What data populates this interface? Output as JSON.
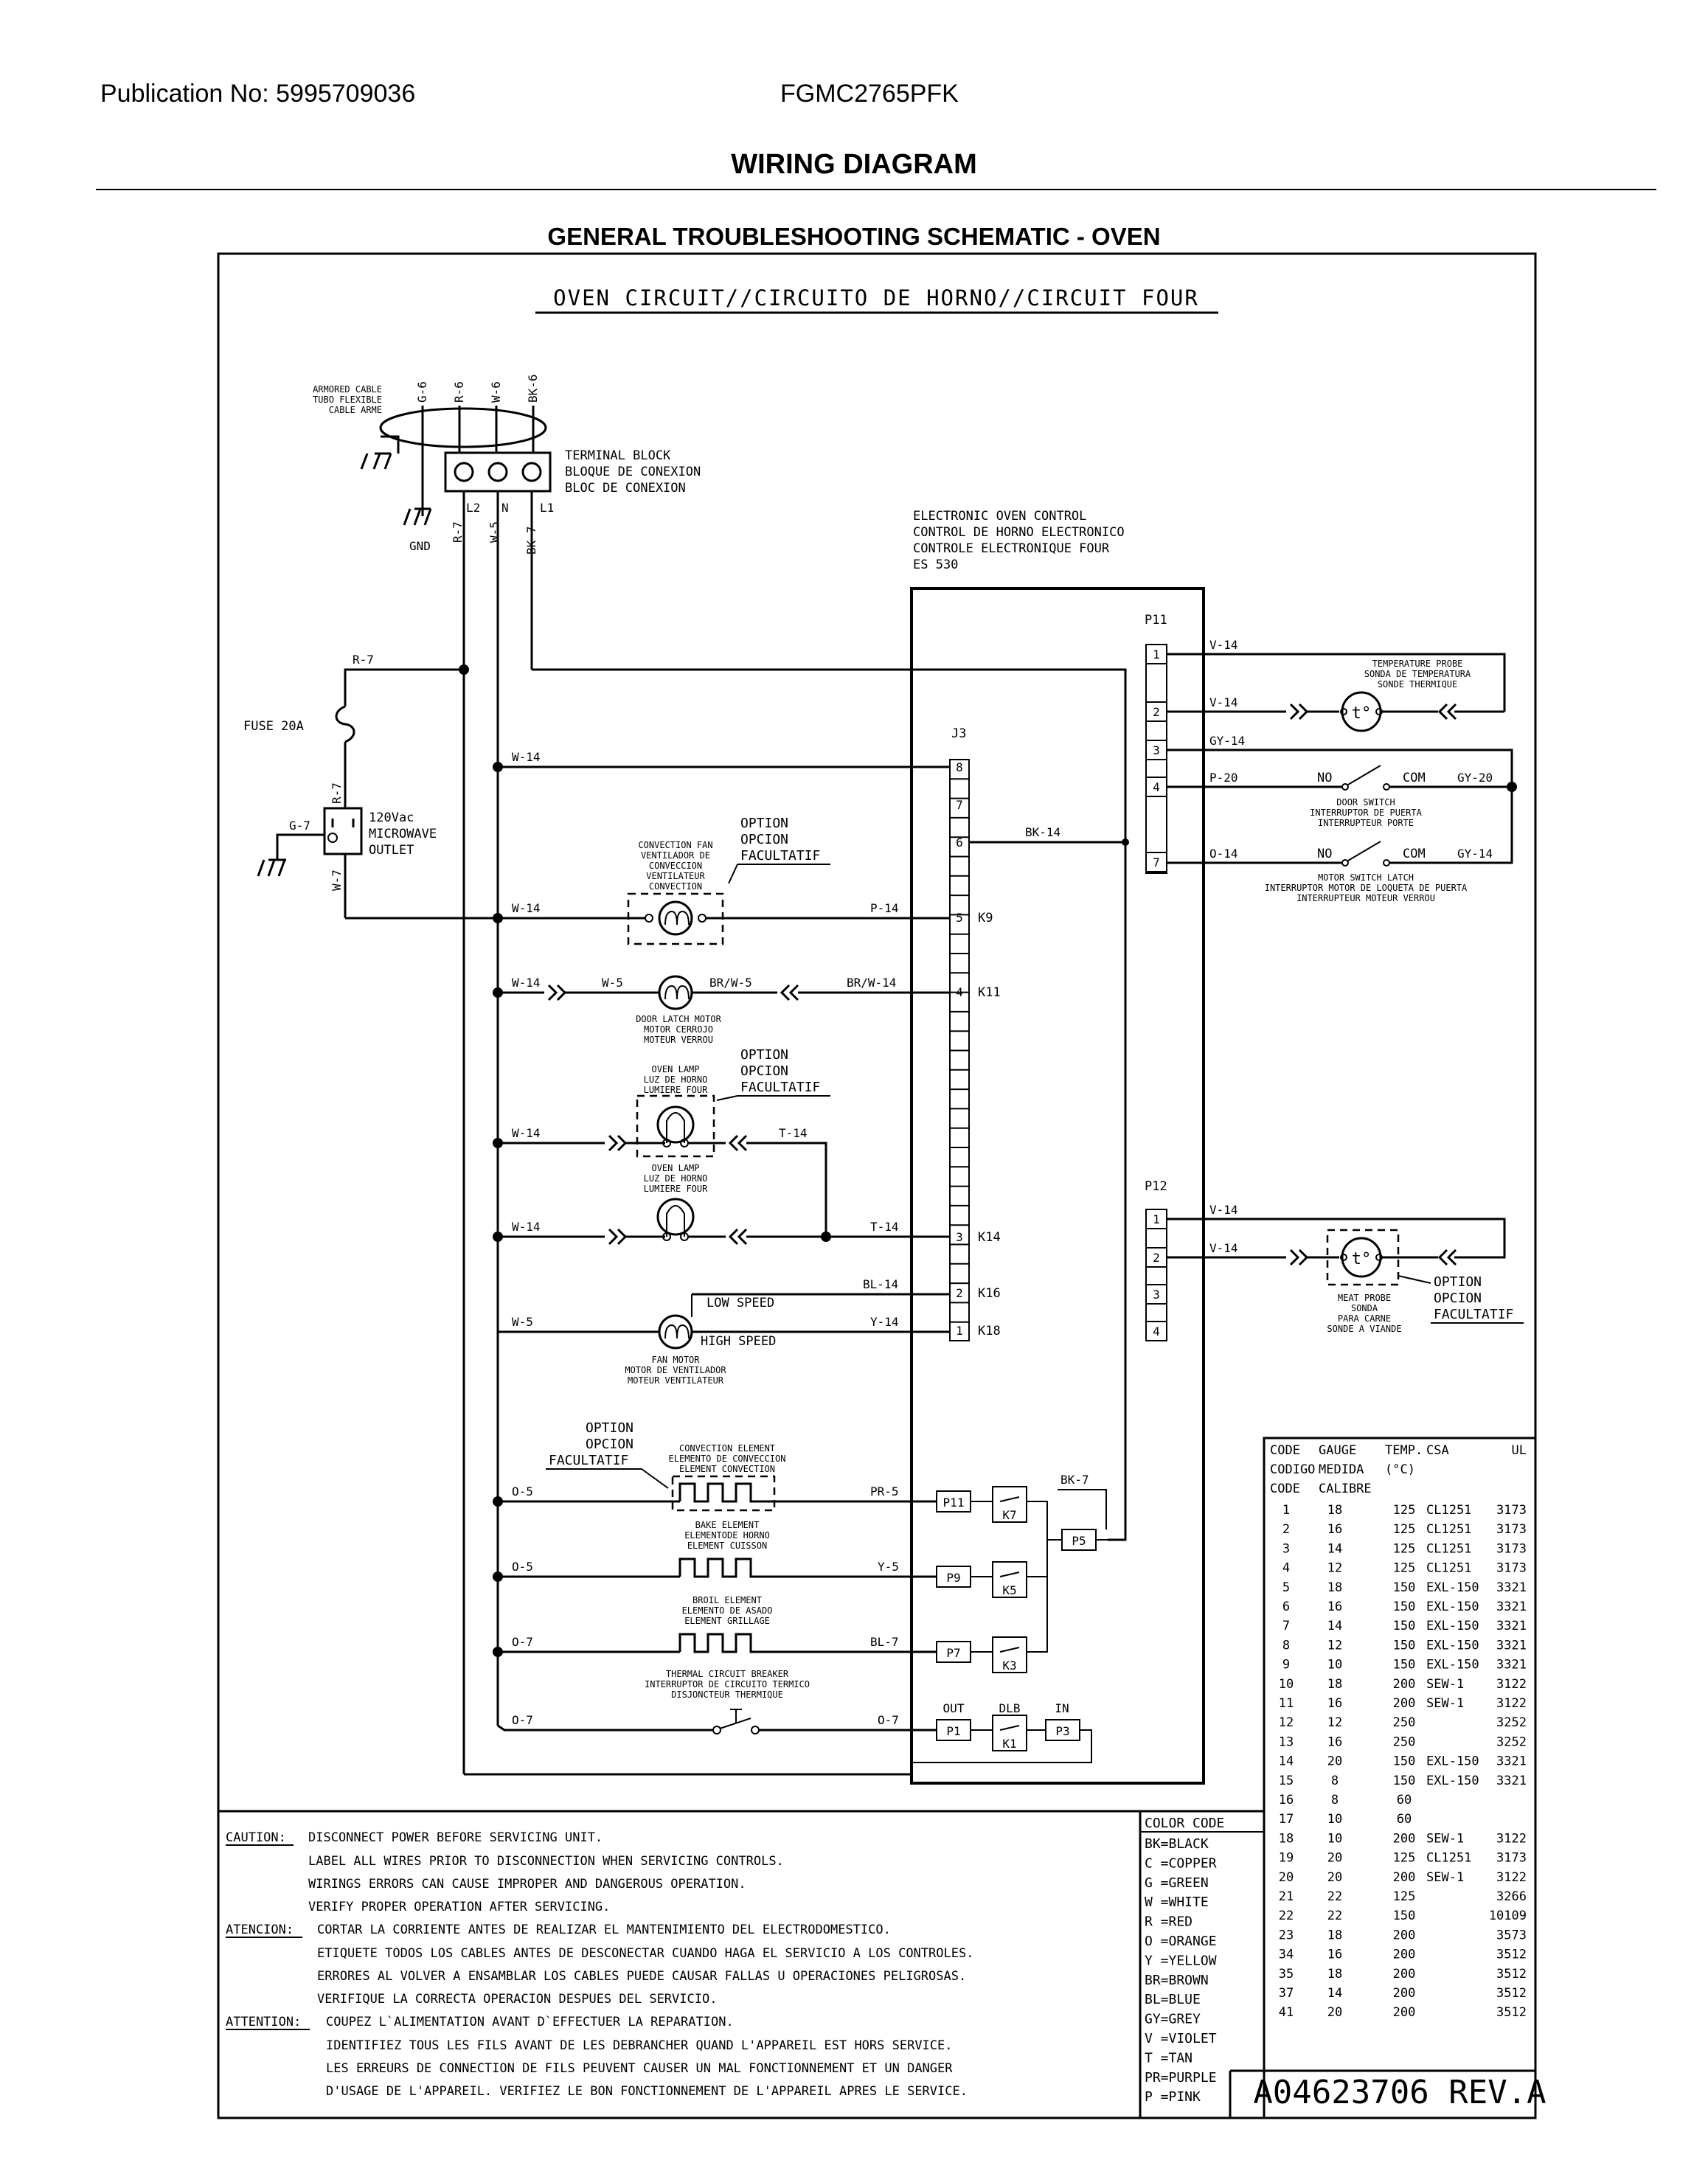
{
  "header": {
    "publication": "Publication No: 5995709036",
    "model": "FGMC2765PFK",
    "title": "WIRING DIAGRAM",
    "subtitle": "GENERAL TROUBLESHOOTING SCHEMATIC - OVEN"
  },
  "diagram": {
    "circuit_title": "OVEN CIRCUIT//CIRCUITO DE HORNO//CIRCUIT FOUR",
    "armored_cable": [
      "ARMORED CABLE",
      "TUBO FLEXIBLE",
      "CABLE ARME"
    ],
    "terminal_block": [
      "TERMINAL BLOCK",
      "BLOQUE DE CONEXION",
      "BLOC DE CONEXION"
    ],
    "supply_wires": [
      "G-6",
      "R-6",
      "W-6",
      "BK-6"
    ],
    "terminals": [
      "L2",
      "N",
      "L1"
    ],
    "gnd": "GND",
    "lower_supply": [
      "R-7",
      "W-5",
      "BK-7"
    ],
    "control": [
      "ELECTRONIC OVEN CONTROL",
      "CONTROL DE HORNO ELECTRONICO",
      "CONTROLE ELECTRONIQUE FOUR",
      "ES 530"
    ],
    "fuse": "FUSE 20A",
    "outlet": [
      "120Vac",
      "MICROWAVE",
      "OUTLET"
    ],
    "fuse_wire": "R-7",
    "fuse_wire2": "R-7",
    "outlet_gnd": "G-7",
    "outlet_wire": "W-7",
    "j3": "J3",
    "p11": "P11",
    "p12": "P12",
    "option": [
      "OPTION",
      "OPCION",
      "FACULTATIF"
    ],
    "conv_fan": [
      "CONVECTION FAN",
      "VENTILADOR DE",
      "CONVECCION",
      "VENTILATEUR",
      "CONVECTION"
    ],
    "door_latch": [
      "DOOR LATCH MOTOR",
      "MOTOR CERROJO",
      "MOTEUR VERROU"
    ],
    "oven_lamp": [
      "OVEN LAMP",
      "LUZ DE HORNO",
      "LUMIERE FOUR"
    ],
    "fan_motor": [
      "FAN MOTOR",
      "MOTOR DE VENTILADOR",
      "MOTEUR VENTILATEUR"
    ],
    "low_speed": "LOW SPEED",
    "high_speed": "HIGH SPEED",
    "conv_element": [
      "CONVECTION ELEMENT",
      "ELEMENTO DE CONVECCION",
      "ELEMENT CONVECTION"
    ],
    "bake_element": [
      "BAKE ELEMENT",
      "ELEMENTODE HORNO",
      "ELEMENT CUISSON"
    ],
    "broil_element": [
      "BROIL ELEMENT",
      "ELEMENTO DE ASADO",
      "ELEMENT GRILLAGE"
    ],
    "thermal": [
      "THERMAL CIRCUIT BREAKER",
      "INTERRUPTOR DE CIRCUITO TERMICO",
      "DISJONCTEUR THERMIQUE"
    ],
    "temp_probe": [
      "TEMPERATURE PROBE",
      "SONDA DE TEMPERATURA",
      "SONDE THERMIQUE"
    ],
    "door_switch": [
      "DOOR SWITCH",
      "INTERRUPTOR DE PUERTA",
      "INTERRUPTEUR PORTE"
    ],
    "motor_switch": [
      "MOTOR SWITCH LATCH",
      "INTERRUPTOR MOTOR DE LOQUETA DE PUERTA",
      "INTERRUPTEUR MOTEUR VERROU"
    ],
    "meat_probe": [
      "MEAT PROBE",
      "SONDA",
      "PARA CARNE",
      "SONDE A VIANDE"
    ],
    "no": "NO",
    "com": "COM",
    "tprobe_sym": "t°",
    "wires": {
      "w14": "W-14",
      "w5": "W-5",
      "p14": "P-14",
      "brw14": "BR/W-14",
      "brw5": "BR/W-5",
      "t14": "T-14",
      "bl14": "BL-14",
      "y14": "Y-14",
      "bk14": "BK-14",
      "bk7": "BK-7",
      "o5": "O-5",
      "o7": "O-7",
      "pr5": "PR-5",
      "y5": "Y-5",
      "bl7": "BL-7",
      "v14": "V-14",
      "gy14": "GY-14",
      "p20": "P-20",
      "gy20": "GY-20",
      "o14": "O-14"
    },
    "j3_pins": [
      "8",
      "7",
      "6",
      "5",
      "4",
      "3",
      "2",
      "1"
    ],
    "relay_ids": {
      "k9": "K9",
      "k11": "K11",
      "k14": "K14",
      "k16": "K16",
      "k18": "K18"
    },
    "p11_pins": [
      "1",
      "2",
      "3",
      "4",
      "7"
    ],
    "p12_pins": [
      "1",
      "2",
      "3",
      "4"
    ],
    "relays": {
      "p11r": "P11",
      "p9": "P9",
      "p7": "P7",
      "p1": "P1",
      "p3": "P3",
      "p5": "P5",
      "k7": "K7",
      "k5": "K5",
      "k3": "K3",
      "k1": "K1",
      "out": "OUT",
      "dlb": "DLB",
      "in": "IN"
    },
    "ref": "A04623706 REV.A"
  },
  "gauge_table": {
    "headers": [
      [
        "CODE",
        "GAUGE",
        "TEMP.",
        "CSA",
        "UL"
      ],
      [
        "CODIGO",
        "MEDIDA",
        "(°C)",
        "",
        ""
      ],
      [
        "CODE",
        "CALIBRE",
        "",
        "",
        ""
      ]
    ],
    "rows": [
      [
        "1",
        "18",
        "125",
        "CL1251",
        "3173"
      ],
      [
        "2",
        "16",
        "125",
        "CL1251",
        "3173"
      ],
      [
        "3",
        "14",
        "125",
        "CL1251",
        "3173"
      ],
      [
        "4",
        "12",
        "125",
        "CL1251",
        "3173"
      ],
      [
        "5",
        "18",
        "150",
        "EXL-150",
        "3321"
      ],
      [
        "6",
        "16",
        "150",
        "EXL-150",
        "3321"
      ],
      [
        "7",
        "14",
        "150",
        "EXL-150",
        "3321"
      ],
      [
        "8",
        "12",
        "150",
        "EXL-150",
        "3321"
      ],
      [
        "9",
        "10",
        "150",
        "EXL-150",
        "3321"
      ],
      [
        "10",
        "18",
        "200",
        "SEW-1",
        "3122"
      ],
      [
        "11",
        "16",
        "200",
        "SEW-1",
        "3122"
      ],
      [
        "12",
        "12",
        "250",
        "",
        "3252"
      ],
      [
        "13",
        "16",
        "250",
        "",
        "3252"
      ],
      [
        "14",
        "20",
        "150",
        "EXL-150",
        "3321"
      ],
      [
        "15",
        "8",
        "150",
        "EXL-150",
        "3321"
      ],
      [
        "16",
        "8",
        "60",
        "",
        ""
      ],
      [
        "17",
        "10",
        "60",
        "",
        ""
      ],
      [
        "18",
        "10",
        "200",
        "SEW-1",
        "3122"
      ],
      [
        "19",
        "20",
        "125",
        "CL1251",
        "3173"
      ],
      [
        "20",
        "20",
        "200",
        "SEW-1",
        "3122"
      ],
      [
        "21",
        "22",
        "125",
        "",
        "3266"
      ],
      [
        "22",
        "22",
        "150",
        "",
        "10109"
      ],
      [
        "23",
        "18",
        "200",
        "",
        "3573"
      ],
      [
        "34",
        "16",
        "200",
        "",
        "3512"
      ],
      [
        "35",
        "18",
        "200",
        "",
        "3512"
      ],
      [
        "37",
        "14",
        "200",
        "",
        "3512"
      ],
      [
        "41",
        "20",
        "200",
        "",
        "3512"
      ]
    ]
  },
  "color_code": {
    "title": "COLOR CODE",
    "items": [
      "BK=BLACK",
      "C =COPPER",
      "G =GREEN",
      "W =WHITE",
      "R =RED",
      "O =ORANGE",
      "Y =YELLOW",
      "BR=BROWN",
      "BL=BLUE",
      "GY=GREY",
      "V =VIOLET",
      "T =TAN",
      "PR=PURPLE",
      "P =PINK"
    ]
  },
  "caution": {
    "en_label": "CAUTION:",
    "en": [
      "DISCONNECT POWER BEFORE SERVICING UNIT.",
      "LABEL ALL WIRES PRIOR TO DISCONNECTION WHEN SERVICING CONTROLS.",
      "WIRINGS ERRORS CAN CAUSE IMPROPER AND DANGEROUS OPERATION.",
      "VERIFY PROPER OPERATION AFTER SERVICING."
    ],
    "es_label": "ATENCION:",
    "es": [
      "CORTAR LA CORRIENTE ANTES DE REALIZAR EL MANTENIMIENTO DEL ELECTRODOMESTICO.",
      "ETIQUETE TODOS LOS CABLES ANTES DE DESCONECTAR CUANDO HAGA EL SERVICIO A LOS CONTROLES.",
      "ERRORES AL VOLVER A ENSAMBLAR LOS CABLES PUEDE CAUSAR FALLAS U OPERACIONES PELIGROSAS.",
      "VERIFIQUE LA CORRECTA OPERACION DESPUES DEL SERVICIO."
    ],
    "fr_label": "ATTENTION:",
    "fr": [
      "COUPEZ L`ALIMENTATION AVANT D`EFFECTUER LA REPARATION.",
      "IDENTIFIEZ TOUS LES FILS AVANT DE LES DEBRANCHER QUAND L'APPAREIL EST HORS SERVICE.",
      "LES ERREURS DE CONNECTION DE FILS PEUVENT CAUSER UN MAL FONCTIONNEMENT ET UN DANGER",
      "D'USAGE DE L'APPAREIL. VERIFIEZ LE BON FONCTIONNEMENT DE L'APPAREIL APRES LE SERVICE."
    ]
  }
}
